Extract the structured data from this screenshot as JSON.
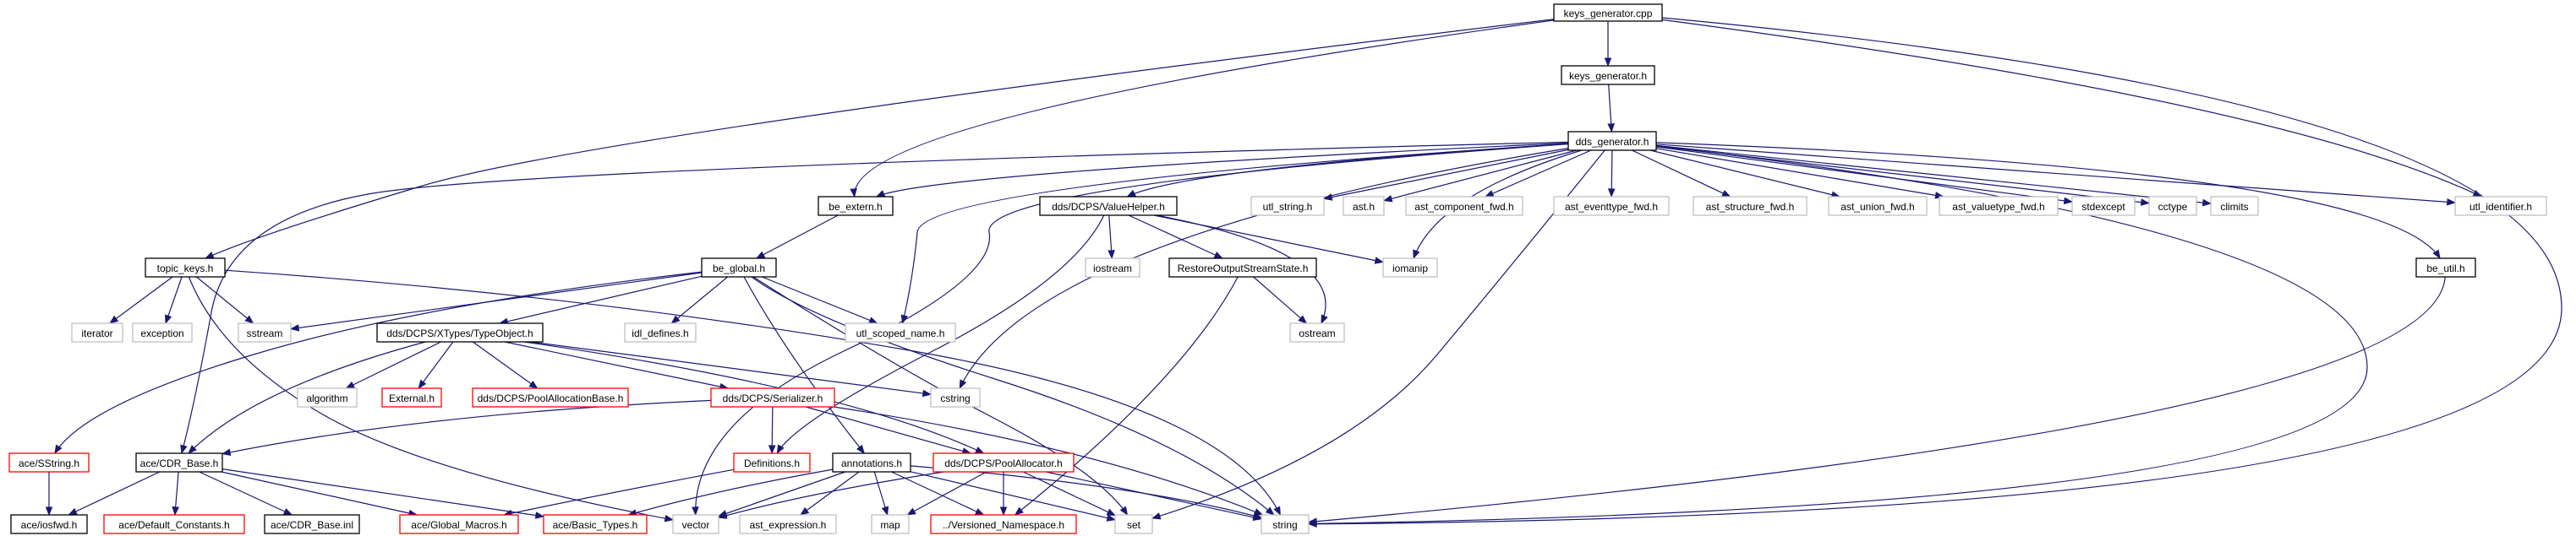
{
  "graph": {
    "colors": {
      "edge": "#191970",
      "normal_border": "#000000",
      "missing_border": "#bfbfbf",
      "external_border": "#ff0000",
      "root_fill": "#bfbfbf"
    },
    "nodes": [
      {
        "id": "keys_generator_cpp",
        "label": "keys_generator.cpp",
        "kind": "root"
      },
      {
        "id": "keys_generator_h",
        "label": "keys_generator.h",
        "kind": "normal"
      },
      {
        "id": "dds_generator_h",
        "label": "dds_generator.h",
        "kind": "normal"
      },
      {
        "id": "be_extern_h",
        "label": "be_extern.h",
        "kind": "normal"
      },
      {
        "id": "valuehelper_h",
        "label": "dds/DCPS/ValueHelper.h",
        "kind": "normal"
      },
      {
        "id": "utl_string_h",
        "label": "utl_string.h",
        "kind": "missing"
      },
      {
        "id": "ast_h",
        "label": "ast.h",
        "kind": "missing"
      },
      {
        "id": "ast_component_fwd_h",
        "label": "ast_component_fwd.h",
        "kind": "missing"
      },
      {
        "id": "ast_eventtype_fwd_h",
        "label": "ast_eventtype_fwd.h",
        "kind": "missing"
      },
      {
        "id": "ast_structure_fwd_h",
        "label": "ast_structure_fwd.h",
        "kind": "missing"
      },
      {
        "id": "ast_union_fwd_h",
        "label": "ast_union_fwd.h",
        "kind": "missing"
      },
      {
        "id": "ast_valuetype_fwd_h",
        "label": "ast_valuetype_fwd.h",
        "kind": "missing"
      },
      {
        "id": "stdexcept",
        "label": "stdexcept",
        "kind": "missing"
      },
      {
        "id": "cctype",
        "label": "cctype",
        "kind": "missing"
      },
      {
        "id": "climits",
        "label": "climits",
        "kind": "missing"
      },
      {
        "id": "utl_identifier_h",
        "label": "utl_identifier.h",
        "kind": "missing"
      },
      {
        "id": "topic_keys_h",
        "label": "topic_keys.h",
        "kind": "normal"
      },
      {
        "id": "be_global_h",
        "label": "be_global.h",
        "kind": "normal"
      },
      {
        "id": "iostream",
        "label": "iostream",
        "kind": "missing"
      },
      {
        "id": "restore_h",
        "label": "RestoreOutputStreamState.h",
        "kind": "normal"
      },
      {
        "id": "iomanip",
        "label": "iomanip",
        "kind": "missing"
      },
      {
        "id": "be_util_h",
        "label": "be_util.h",
        "kind": "normal"
      },
      {
        "id": "iterator",
        "label": "iterator",
        "kind": "missing"
      },
      {
        "id": "exception",
        "label": "exception",
        "kind": "missing"
      },
      {
        "id": "sstream",
        "label": "sstream",
        "kind": "missing"
      },
      {
        "id": "idl_defines_h",
        "label": "idl_defines.h",
        "kind": "missing"
      },
      {
        "id": "utl_scoped_name_h",
        "label": "utl_scoped_name.h",
        "kind": "missing"
      },
      {
        "id": "ostream",
        "label": "ostream",
        "kind": "missing"
      },
      {
        "id": "typeobject_h",
        "label": "dds/DCPS/XTypes/TypeObject.h",
        "kind": "normal"
      },
      {
        "id": "algorithm",
        "label": "algorithm",
        "kind": "missing"
      },
      {
        "id": "external_h",
        "label": "External.h",
        "kind": "external"
      },
      {
        "id": "poolallocationbase_h",
        "label": "dds/DCPS/PoolAllocationBase.h",
        "kind": "external"
      },
      {
        "id": "serializer_h",
        "label": "dds/DCPS/Serializer.h",
        "kind": "external"
      },
      {
        "id": "cstring",
        "label": "cstring",
        "kind": "missing"
      },
      {
        "id": "ace_sstring_h",
        "label": "ace/SString.h",
        "kind": "external"
      },
      {
        "id": "ace_cdr_base_h",
        "label": "ace/CDR_Base.h",
        "kind": "normal"
      },
      {
        "id": "definitions_h",
        "label": "Definitions.h",
        "kind": "external"
      },
      {
        "id": "annotations_h",
        "label": "annotations.h",
        "kind": "normal"
      },
      {
        "id": "poolallocator_h",
        "label": "dds/DCPS/PoolAllocator.h",
        "kind": "external"
      },
      {
        "id": "ace_iosfwd_h",
        "label": "ace/iosfwd.h",
        "kind": "normal"
      },
      {
        "id": "ace_default_constants_h",
        "label": "ace/Default_Constants.h",
        "kind": "external"
      },
      {
        "id": "ace_cdr_base_inl",
        "label": "ace/CDR_Base.inl",
        "kind": "normal"
      },
      {
        "id": "ace_global_macros_h",
        "label": "ace/Global_Macros.h",
        "kind": "external"
      },
      {
        "id": "ace_basic_types_h",
        "label": "ace/Basic_Types.h",
        "kind": "external"
      },
      {
        "id": "vector",
        "label": "vector",
        "kind": "missing"
      },
      {
        "id": "ast_expression_h",
        "label": "ast_expression.h",
        "kind": "missing"
      },
      {
        "id": "map",
        "label": "map",
        "kind": "missing"
      },
      {
        "id": "versioned_namespace_h",
        "label": "../Versioned_Namespace.h",
        "kind": "external"
      },
      {
        "id": "set",
        "label": "set",
        "kind": "missing"
      },
      {
        "id": "string",
        "label": "string",
        "kind": "missing"
      }
    ]
  }
}
